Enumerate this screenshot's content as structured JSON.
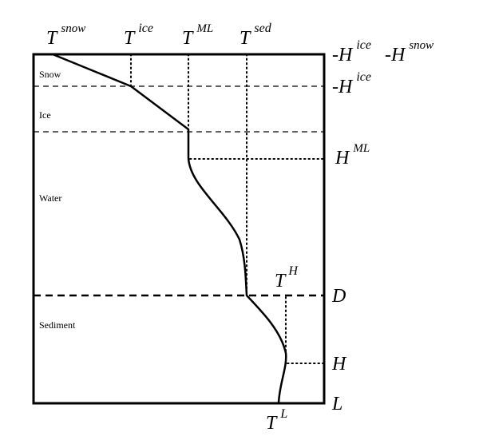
{
  "temperatures": {
    "snow": {
      "base": "T",
      "sup": "snow"
    },
    "ice": {
      "base": "T",
      "sup": "ice"
    },
    "ml": {
      "base": "T",
      "sup": "ML"
    },
    "sed": {
      "base": "T",
      "sup": "sed"
    },
    "h": {
      "base": "T",
      "sup": "H"
    },
    "l": {
      "base": "T",
      "sup": "L"
    }
  },
  "depths": {
    "top_ice": {
      "base": "-H",
      "sup": "ice"
    },
    "top_snow": {
      "base": "-H",
      "sup": "snow"
    },
    "ice_top": {
      "base": "-H",
      "sup": "ice"
    },
    "ml": {
      "base": "H",
      "sup": "ML"
    },
    "d": "D",
    "h": "H",
    "l": "L"
  },
  "layers": {
    "snow": "Snow",
    "ice": "Ice",
    "water": "Water",
    "sediment": "Sediment"
  }
}
